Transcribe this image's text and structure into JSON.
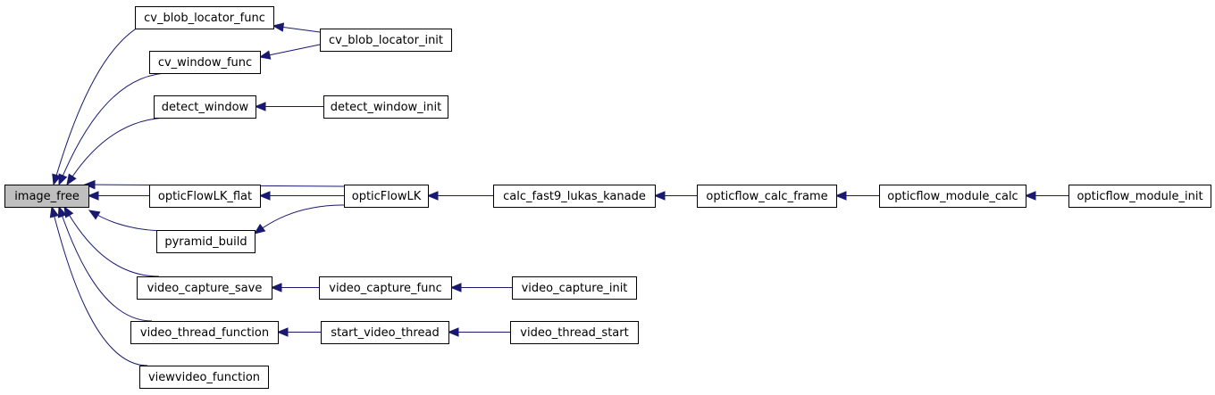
{
  "graph": {
    "root": "image_free",
    "edge_color": "#191970",
    "root_fill": "#bfbfbf",
    "nodes": [
      {
        "id": "image_free",
        "label": "image_free"
      },
      {
        "id": "cv_blob_locator_func",
        "label": "cv_blob_locator_func"
      },
      {
        "id": "cv_blob_locator_init",
        "label": "cv_blob_locator_init"
      },
      {
        "id": "cv_window_func",
        "label": "cv_window_func"
      },
      {
        "id": "detect_window",
        "label": "detect_window"
      },
      {
        "id": "detect_window_init",
        "label": "detect_window_init"
      },
      {
        "id": "opticFlowLK_flat",
        "label": "opticFlowLK_flat"
      },
      {
        "id": "opticFlowLK",
        "label": "opticFlowLK"
      },
      {
        "id": "calc_fast9_lukas_kanade",
        "label": "calc_fast9_lukas_kanade"
      },
      {
        "id": "opticflow_calc_frame",
        "label": "opticflow_calc_frame"
      },
      {
        "id": "opticflow_module_calc",
        "label": "opticflow_module_calc"
      },
      {
        "id": "opticflow_module_init",
        "label": "opticflow_module_init"
      },
      {
        "id": "pyramid_build",
        "label": "pyramid_build"
      },
      {
        "id": "video_capture_save",
        "label": "video_capture_save"
      },
      {
        "id": "video_capture_func",
        "label": "video_capture_func"
      },
      {
        "id": "video_capture_init",
        "label": "video_capture_init"
      },
      {
        "id": "video_thread_function",
        "label": "video_thread_function"
      },
      {
        "id": "start_video_thread",
        "label": "start_video_thread"
      },
      {
        "id": "video_thread_start",
        "label": "video_thread_start"
      },
      {
        "id": "viewvideo_function",
        "label": "viewvideo_function"
      }
    ],
    "edges": [
      {
        "from": "cv_blob_locator_func",
        "to": "image_free"
      },
      {
        "from": "cv_window_func",
        "to": "image_free"
      },
      {
        "from": "detect_window",
        "to": "image_free"
      },
      {
        "from": "opticFlowLK",
        "to": "image_free"
      },
      {
        "from": "opticFlowLK_flat",
        "to": "image_free"
      },
      {
        "from": "pyramid_build",
        "to": "image_free"
      },
      {
        "from": "video_capture_save",
        "to": "image_free"
      },
      {
        "from": "video_thread_function",
        "to": "image_free"
      },
      {
        "from": "viewvideo_function",
        "to": "image_free"
      },
      {
        "from": "cv_blob_locator_init",
        "to": "cv_blob_locator_func"
      },
      {
        "from": "cv_blob_locator_init",
        "to": "cv_window_func"
      },
      {
        "from": "detect_window_init",
        "to": "detect_window"
      },
      {
        "from": "opticFlowLK",
        "to": "opticFlowLK_flat"
      },
      {
        "from": "opticFlowLK",
        "to": "pyramid_build"
      },
      {
        "from": "calc_fast9_lukas_kanade",
        "to": "opticFlowLK"
      },
      {
        "from": "opticflow_calc_frame",
        "to": "calc_fast9_lukas_kanade"
      },
      {
        "from": "opticflow_module_calc",
        "to": "opticflow_calc_frame"
      },
      {
        "from": "opticflow_module_init",
        "to": "opticflow_module_calc"
      },
      {
        "from": "video_capture_func",
        "to": "video_capture_save"
      },
      {
        "from": "video_capture_init",
        "to": "video_capture_func"
      },
      {
        "from": "start_video_thread",
        "to": "video_thread_function"
      },
      {
        "from": "video_thread_start",
        "to": "start_video_thread"
      }
    ]
  }
}
